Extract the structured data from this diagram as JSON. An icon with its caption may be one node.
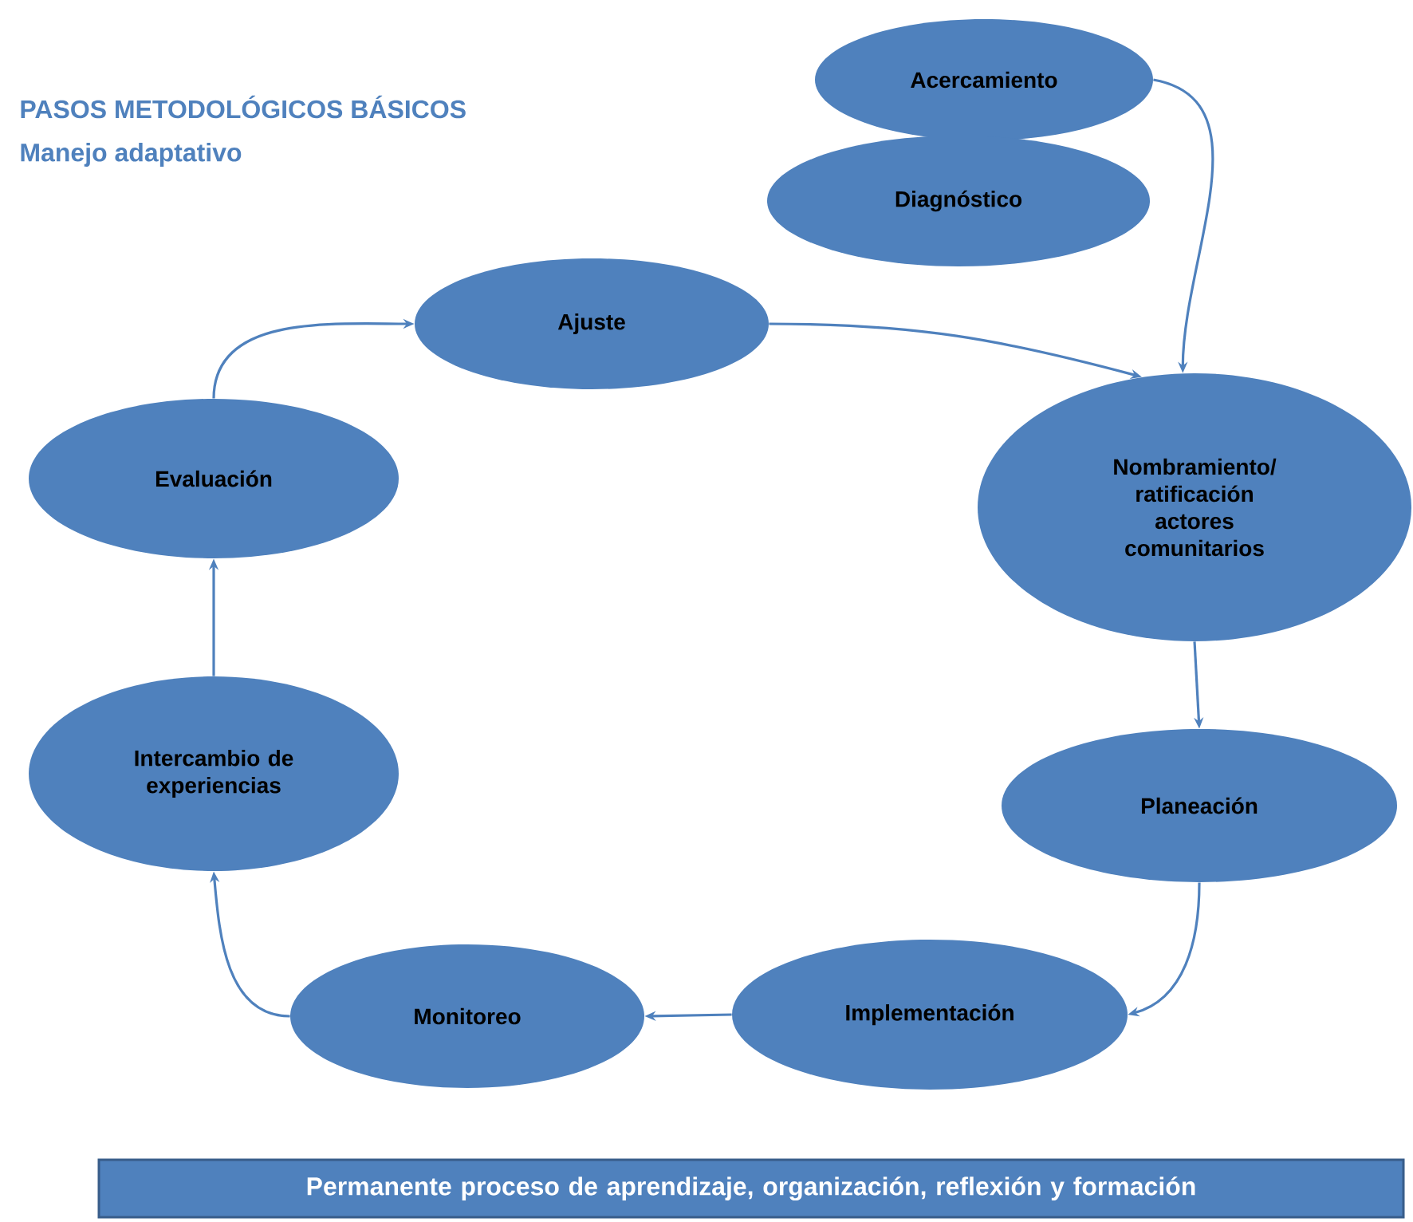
{
  "diagram": {
    "title": "PASOS METODOLÓGICOS BÁSICOS",
    "nodes": [
      {
        "text": [
          "Acercamiento"
        ]
      },
      {
        "text": [
          "Diagnóstico"
        ]
      },
      {
        "text": [
          "Ajuste"
        ]
      },
      {
        "text": [
          "Nombramiento/ ratificación actores comunitarios"
        ]
      },
      {
        "text": [
          "Planeación"
        ]
      },
      {
        "text": [
          "Implementación"
        ]
      },
      {
        "text": [
          "Monitoreo"
        ]
      },
      {
        "text": [
          "Intercambio de experiencias"
        ]
      },
      {
        "text": [
          "Evaluación"
        ]
      },
      {
        "text": [
          "Permanente proceso de aprendizaje, organización, reflexión y formación"
        ]
      }
    ],
    "edges": [
      {
        "from": 0,
        "to": 3,
        "arrow": "to"
      },
      {
        "from": 2,
        "to": 3,
        "arrow": "to"
      },
      {
        "from": 3,
        "to": 4,
        "arrow": "to"
      },
      {
        "from": 4,
        "to": 5,
        "arrow": "to"
      },
      {
        "from": 5,
        "to": 6,
        "arrow": "to"
      },
      {
        "from": 6,
        "to": 7,
        "arrow": "to"
      },
      {
        "from": 7,
        "to": 8,
        "arrow": "to"
      },
      {
        "from": 8,
        "to": 2,
        "arrow": "to"
      }
    ],
    "labels": [
      "Manejo adaptativo"
    ]
  }
}
